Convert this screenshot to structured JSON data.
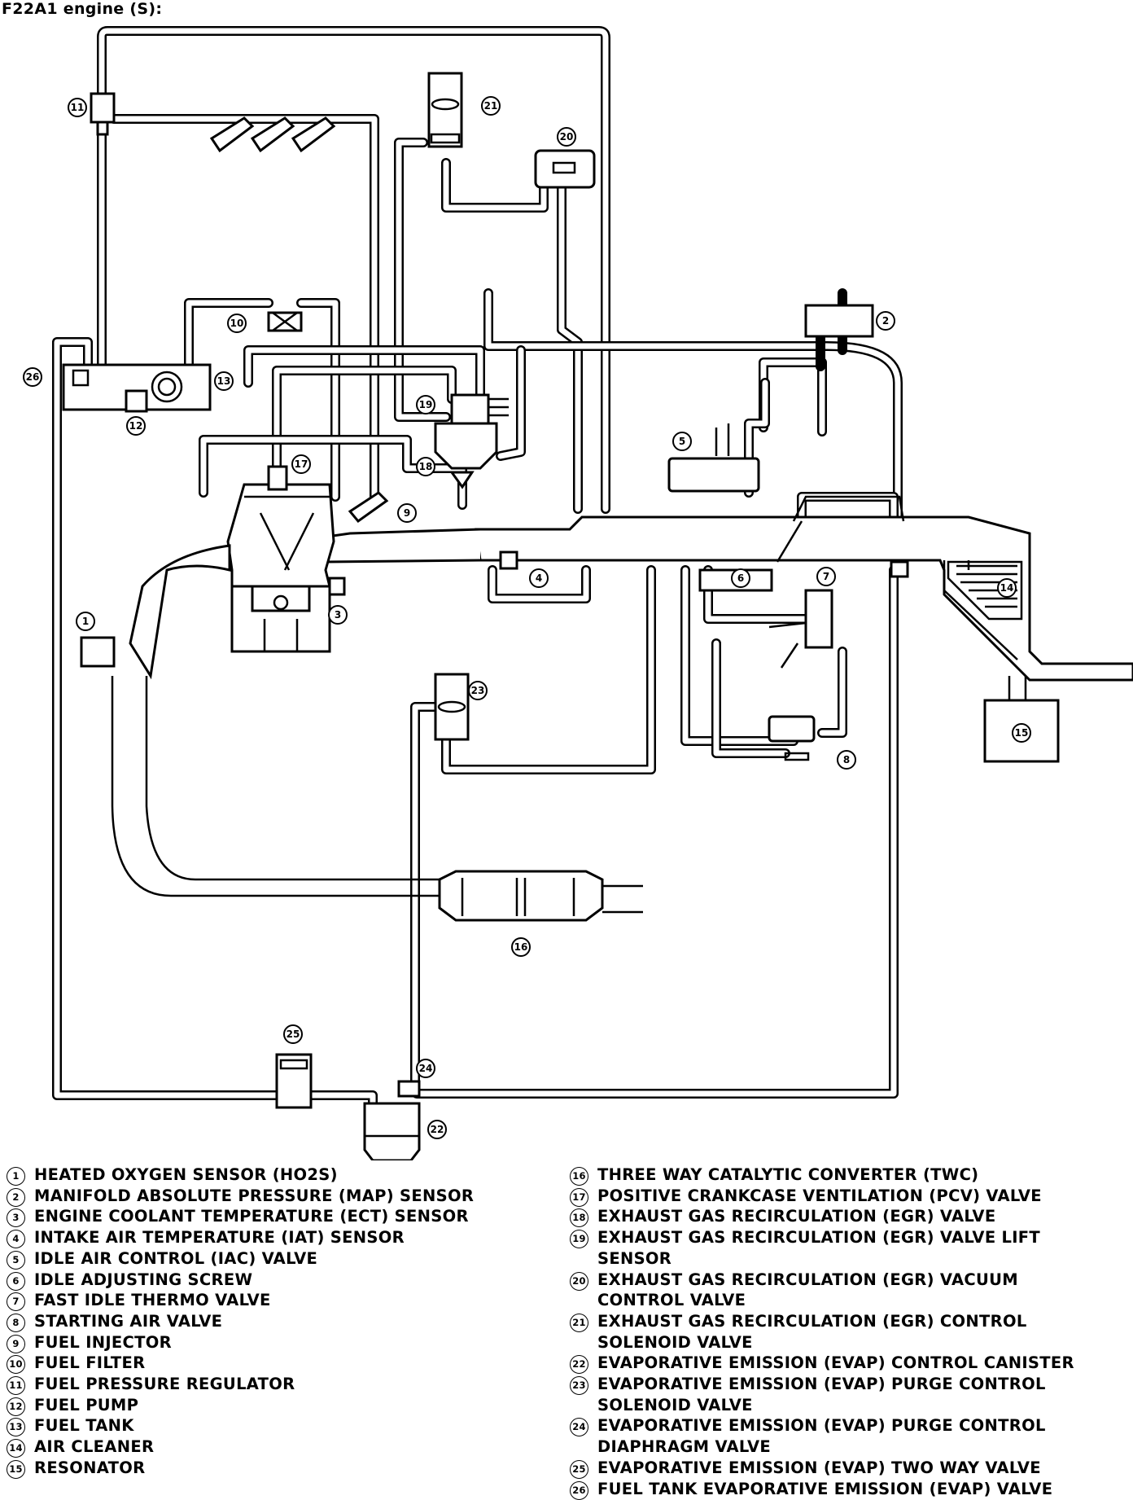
{
  "title": "F22A1 engine (S):",
  "components": [
    {
      "num": "1",
      "label": "HEATED OXYGEN SENSOR (HO2S)"
    },
    {
      "num": "2",
      "label": "MANIFOLD ABSOLUTE PRESSURE (MAP) SENSOR"
    },
    {
      "num": "3",
      "label": "ENGINE COOLANT TEMPERATURE (ECT) SENSOR"
    },
    {
      "num": "4",
      "label": "INTAKE AIR TEMPERATURE (IAT) SENSOR"
    },
    {
      "num": "5",
      "label": "IDLE AIR CONTROL (IAC) VALVE"
    },
    {
      "num": "6",
      "label": "IDLE ADJUSTING SCREW"
    },
    {
      "num": "7",
      "label": "FAST IDLE THERMO VALVE"
    },
    {
      "num": "8",
      "label": "STARTING AIR VALVE"
    },
    {
      "num": "9",
      "label": "FUEL INJECTOR"
    },
    {
      "num": "10",
      "label": "FUEL FILTER"
    },
    {
      "num": "11",
      "label": "FUEL PRESSURE REGULATOR"
    },
    {
      "num": "12",
      "label": "FUEL PUMP"
    },
    {
      "num": "13",
      "label": "FUEL TANK"
    },
    {
      "num": "14",
      "label": "AIR CLEANER"
    },
    {
      "num": "15",
      "label": "RESONATOR"
    },
    {
      "num": "16",
      "label": "THREE WAY CATALYTIC CONVERTER (TWC)"
    },
    {
      "num": "17",
      "label": "POSITIVE CRANKCASE VENTILATION (PCV) VALVE"
    },
    {
      "num": "18",
      "label": "EXHAUST GAS RECIRCULATION (EGR) VALVE"
    },
    {
      "num": "19",
      "label": "EXHAUST GAS RECIRCULATION (EGR) VALVE LIFT\nSENSOR"
    },
    {
      "num": "20",
      "label": "EXHAUST GAS RECIRCULATION (EGR) VACUUM\nCONTROL VALVE"
    },
    {
      "num": "21",
      "label": "EXHAUST GAS RECIRCULATION (EGR) CONTROL\nSOLENOID VALVE"
    },
    {
      "num": "22",
      "label": "EVAPORATIVE EMISSION (EVAP) CONTROL CANISTER"
    },
    {
      "num": "23",
      "label": "EVAPORATIVE EMISSION (EVAP) PURGE CONTROL\nSOLENOID VALVE"
    },
    {
      "num": "24",
      "label": "EVAPORATIVE EMISSION (EVAP) PURGE CONTROL\nDIAPHRAGM VALVE"
    },
    {
      "num": "25",
      "label": "EVAPORATIVE EMISSION (EVAP) TWO WAY VALVE"
    },
    {
      "num": "26",
      "label": "FUEL TANK EVAPORATIVE EMISSION (EVAP) VALVE"
    }
  ]
}
